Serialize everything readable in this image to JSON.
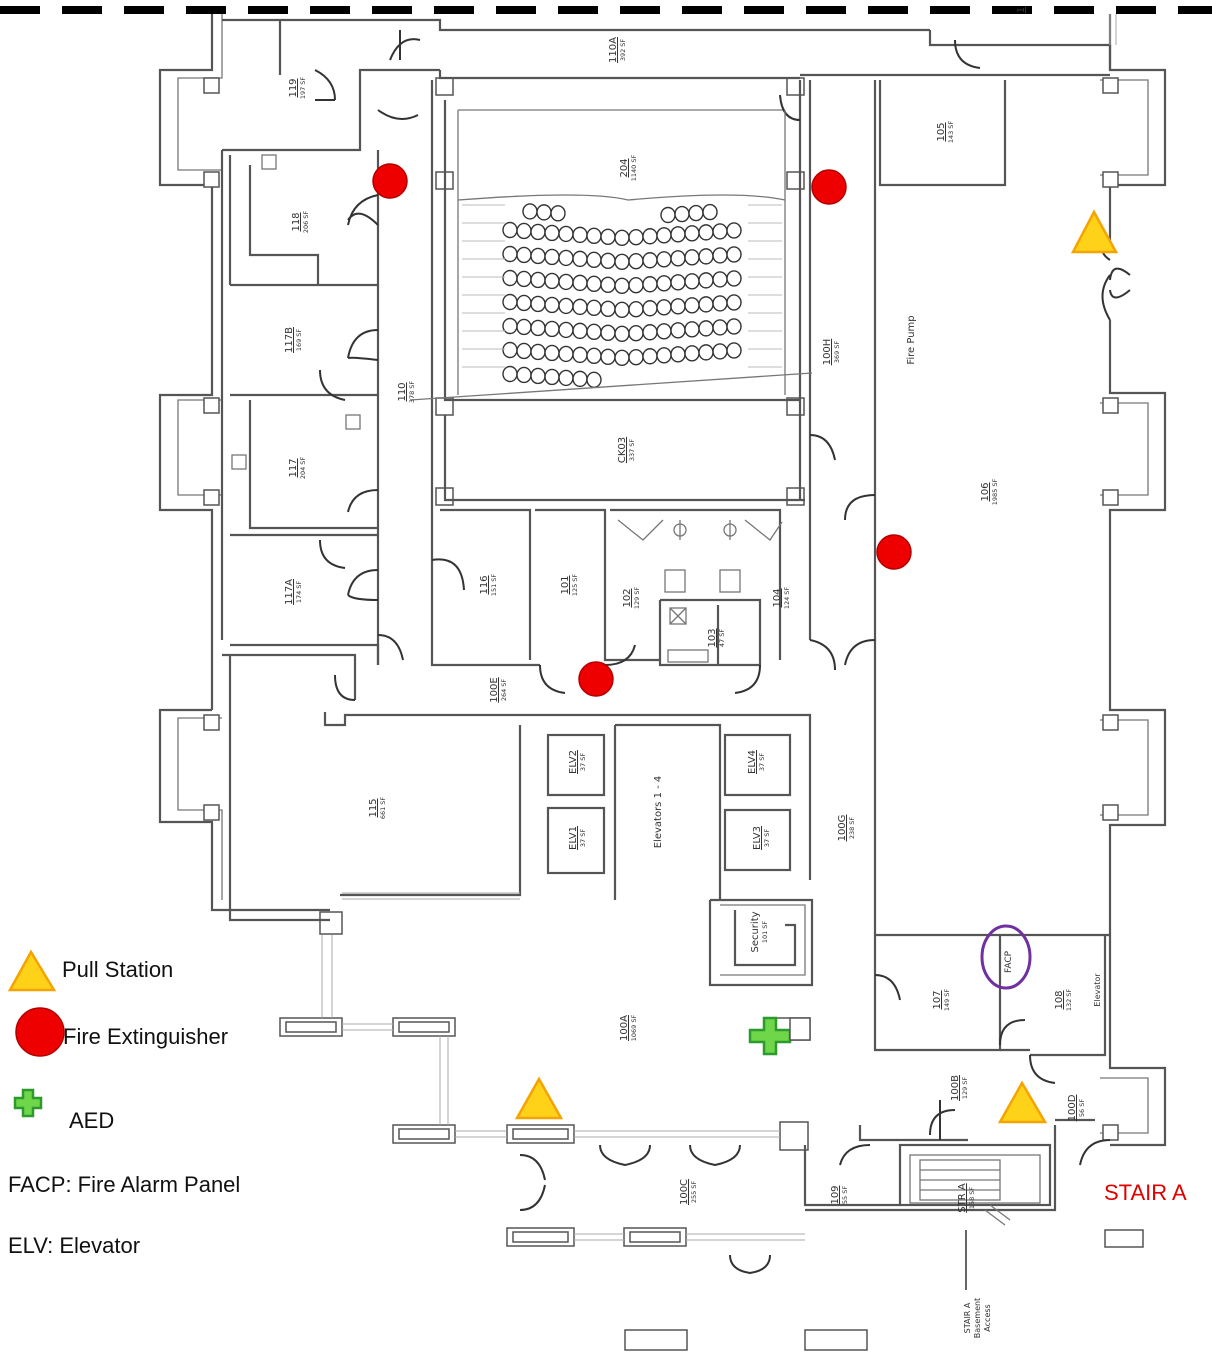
{
  "rooms": {
    "r119": {
      "num": "119",
      "sf": "197 SF"
    },
    "r110a": {
      "num": "110A",
      "sf": "392 SF"
    },
    "r118": {
      "num": "118",
      "sf": "206 SF"
    },
    "r204": {
      "num": "204",
      "sf": "1140 SF"
    },
    "r105": {
      "num": "105",
      "sf": "143 SF"
    },
    "r117b": {
      "num": "117B",
      "sf": "169 SF"
    },
    "r110": {
      "num": "110",
      "sf": "378 SF"
    },
    "r100h": {
      "num": "100H",
      "sf": "369 SF"
    },
    "r117": {
      "num": "117",
      "sf": "204 SF"
    },
    "rck03": {
      "num": "CK03",
      "sf": "337 SF"
    },
    "r106": {
      "num": "106",
      "sf": "1985 SF"
    },
    "r117a": {
      "num": "117A",
      "sf": "174 SF"
    },
    "r116": {
      "num": "116",
      "sf": "151 SF"
    },
    "r101": {
      "num": "101",
      "sf": "125 SF"
    },
    "r102": {
      "num": "102",
      "sf": "129 SF"
    },
    "r103": {
      "num": "103",
      "sf": "47 SF"
    },
    "r104": {
      "num": "104",
      "sf": "124 SF"
    },
    "r100e": {
      "num": "100E",
      "sf": "264 SF"
    },
    "relv2": {
      "num": "ELV2",
      "sf": "37 SF"
    },
    "relv4": {
      "num": "ELV4",
      "sf": "37 SF"
    },
    "r115": {
      "num": "115",
      "sf": "661 SF"
    },
    "relv1": {
      "num": "ELV1",
      "sf": "37 SF"
    },
    "relv3": {
      "num": "ELV3",
      "sf": "37 SF"
    },
    "r100g": {
      "num": "100G",
      "sf": "238 SF"
    },
    "rsec": {
      "num": "Security",
      "sf": "101 SF"
    },
    "r107": {
      "num": "107",
      "sf": "149 SF"
    },
    "r108": {
      "num": "108",
      "sf": "132 SF"
    },
    "r100a": {
      "num": "100A",
      "sf": "1069 SF"
    },
    "r100b": {
      "num": "100B",
      "sf": "129 SF"
    },
    "r100d": {
      "num": "100D",
      "sf": "56 SF"
    },
    "r100c": {
      "num": "100C",
      "sf": "255 SF"
    },
    "r109": {
      "num": "109",
      "sf": "55 SF"
    },
    "rstra": {
      "num": "STR A",
      "sf": "158 SF"
    }
  },
  "labels": {
    "fire_pump": "Fire Pump",
    "elevators": "Elevators 1 - 4",
    "elevator": "Elevator",
    "facp": "FACP",
    "stair_a_basement_1": "STAIR A",
    "stair_a_basement_2": "Basement",
    "stair_a_basement_3": "Access",
    "stair_a": "STAIR A",
    "partial": "1"
  },
  "legend": {
    "pull_station": "Pull Station",
    "fire_extinguisher": "Fire Extinguisher",
    "aed": "AED",
    "facp_def": "FACP: Fire Alarm Panel",
    "elv_def": "ELV: Elevator"
  },
  "colors": {
    "extinguisher": "#ee0000",
    "pull_station": "#ffd21a",
    "pull_station_stroke": "#f5a300",
    "aed": "#6fd64a",
    "aed_stroke": "#2d9a2d",
    "facp_marker": "#7030a0",
    "stair_text": "#e00000"
  },
  "icons": {
    "extinguisher": "red-circle-icon",
    "pull_station": "yellow-triangle-icon",
    "aed": "green-cross-icon"
  }
}
